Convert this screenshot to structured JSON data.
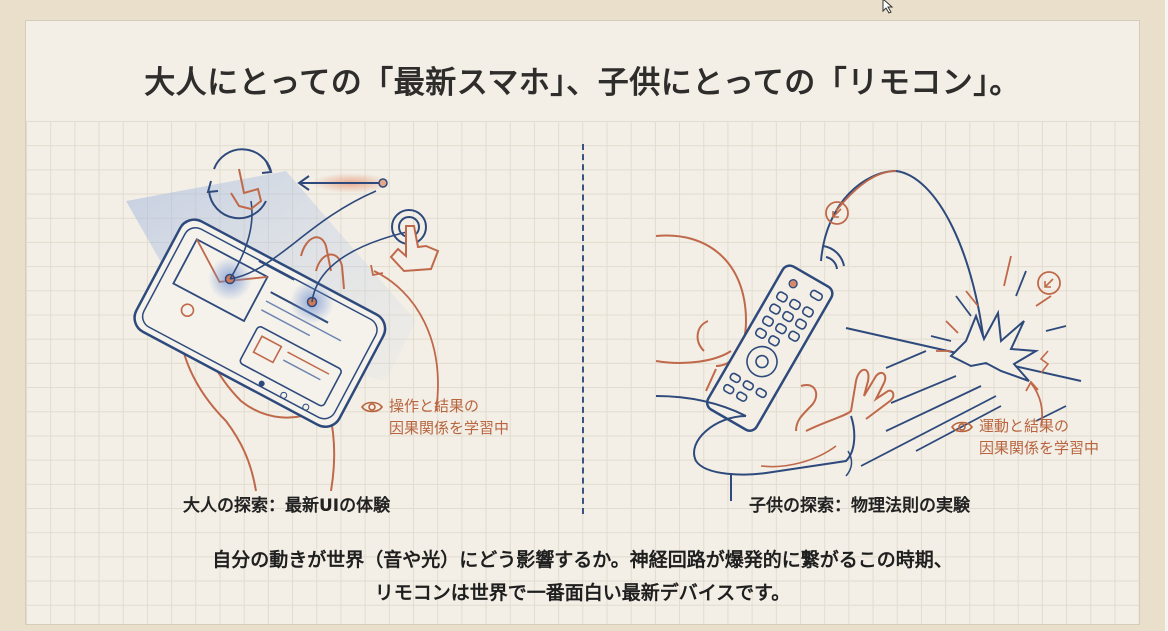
{
  "title": "大人にとっての「最新スマホ」、子供にとっての「リモコン」。",
  "left_panel": {
    "caption": "大人の探索：最新UIの体験",
    "note_line1": "操作と結果の",
    "note_line2": "因果関係を学習中",
    "illustration": "adult-smartphone-gestures"
  },
  "right_panel": {
    "caption": "子供の探索：物理法則の実験",
    "note_line1": "運動と結果の",
    "note_line2": "因果関係を学習中",
    "illustration": "child-throwing-remote"
  },
  "bottom": {
    "line1": "自分の動きが世界（音や光）にどう影響するか。神経回路が爆発的に繋がるこの時期、",
    "line2": "リモコンは世界で一番面白い最新デバイスです。"
  },
  "colors": {
    "background": "#e9dfcb",
    "card": "#f3efe6",
    "navy": "#2e4a7c",
    "terracotta": "#c0694a",
    "text": "#2e2d2b"
  }
}
